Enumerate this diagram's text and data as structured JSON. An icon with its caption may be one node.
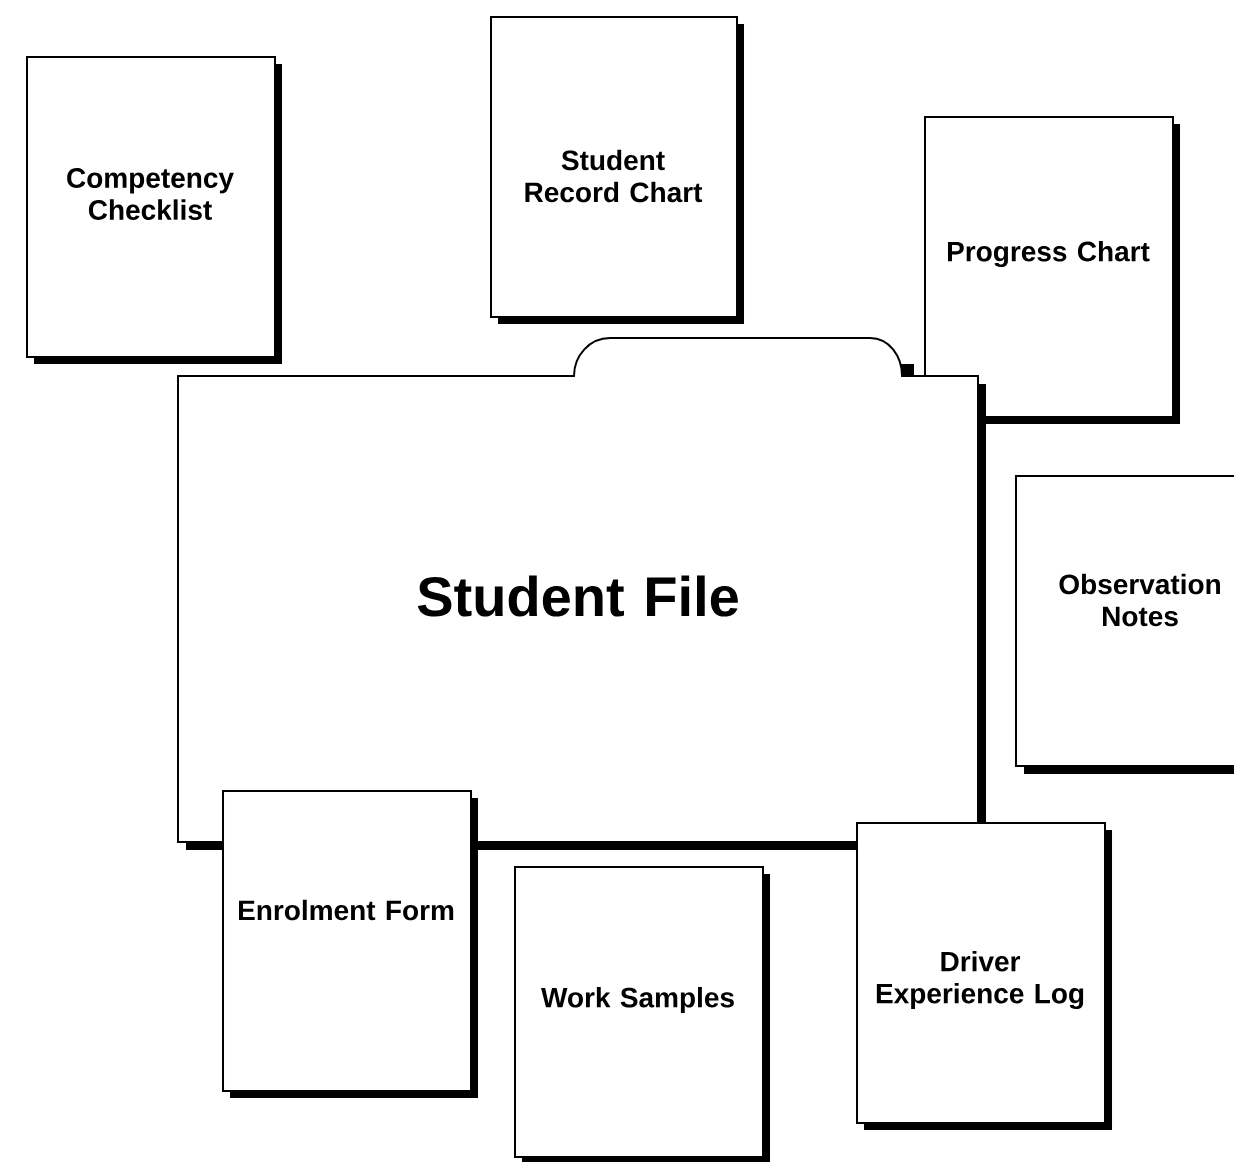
{
  "diagram": {
    "nodes": [
      {
        "text": [
          "Competency Checklist"
        ]
      },
      {
        "text": [
          "Student Record Chart"
        ]
      },
      {
        "text": [
          "Progress Chart"
        ]
      },
      {
        "text": [
          "Student File"
        ]
      },
      {
        "text": [
          "Observation Notes"
        ]
      },
      {
        "text": [
          "Enrolment Form"
        ]
      },
      {
        "text": [
          "Work Samples"
        ]
      },
      {
        "text": [
          "Driver Experience Log"
        ]
      }
    ]
  }
}
